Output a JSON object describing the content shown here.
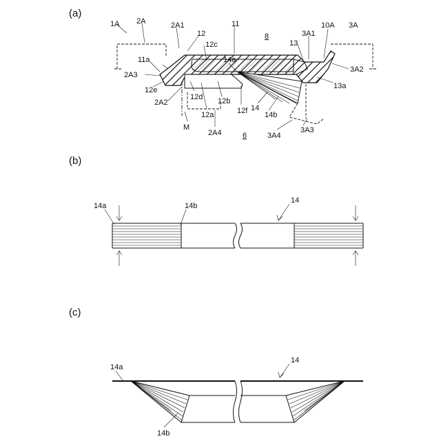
{
  "figure": {
    "panels": [
      "(a)",
      "(b)",
      "(c)"
    ],
    "panel_a_labels": {
      "l_1A": "1A",
      "l_2A": "2A",
      "l_2A1": "2A1",
      "l_12": "12",
      "l_11": "11",
      "l_8": "8",
      "l_3A1": "3A1",
      "l_10A": "10A",
      "l_3A": "3A",
      "l_13": "13",
      "l_11a": "11a",
      "l_12c": "12c",
      "l_14a": "14a",
      "l_3A2": "3A2",
      "l_2A3": "2A3",
      "l_13a": "13a",
      "l_12e": "12e",
      "l_12d": "12d",
      "l_12b": "12b",
      "l_2A2": "2A2",
      "l_12a": "12a",
      "l_12f": "12f",
      "l_14": "14",
      "l_14b": "14b",
      "l_M": "M",
      "l_2A4": "2A4",
      "l_3A3": "3A3",
      "l_6": "6",
      "l_3A4": "3A4"
    },
    "panel_b_labels": {
      "l_14a": "14a",
      "l_14b": "14b",
      "l_14": "14"
    },
    "panel_c_labels": {
      "l_14a": "14a",
      "l_14": "14",
      "l_14b": "14b"
    }
  }
}
